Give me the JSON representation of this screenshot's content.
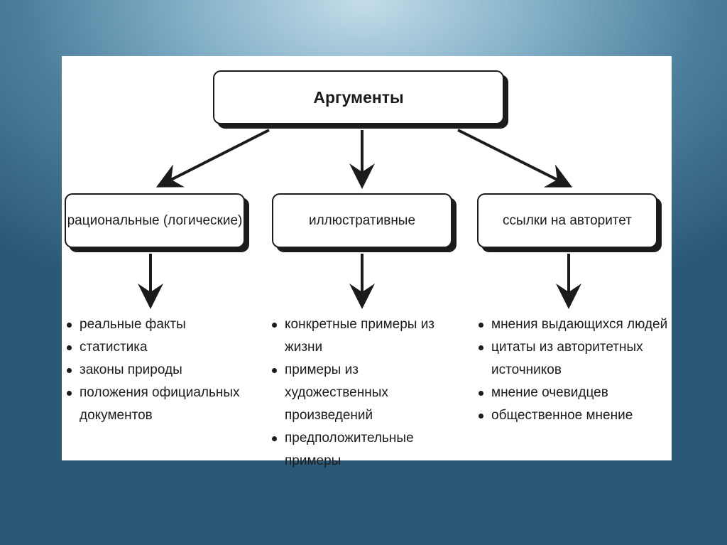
{
  "diagram": {
    "root": "Аргументы",
    "categories": [
      {
        "label": "рациональные (логические)",
        "items": [
          "реальные факты",
          "статистика",
          "законы природы",
          "положения официальных документов"
        ]
      },
      {
        "label": "иллюстративные",
        "items": [
          "конкретные примеры из жизни",
          "примеры из художественных произведений",
          "предположительные примеры"
        ]
      },
      {
        "label": "ссылки на авторитет",
        "items": [
          "мнения выдающихся людей",
          "цитаты из авторитетных источников",
          "мнение очевидцев",
          "общественное мнение"
        ]
      }
    ],
    "colors": {
      "background": "#4d7f9c",
      "ink": "#1b1b1b",
      "panel": "#ffffff"
    }
  }
}
